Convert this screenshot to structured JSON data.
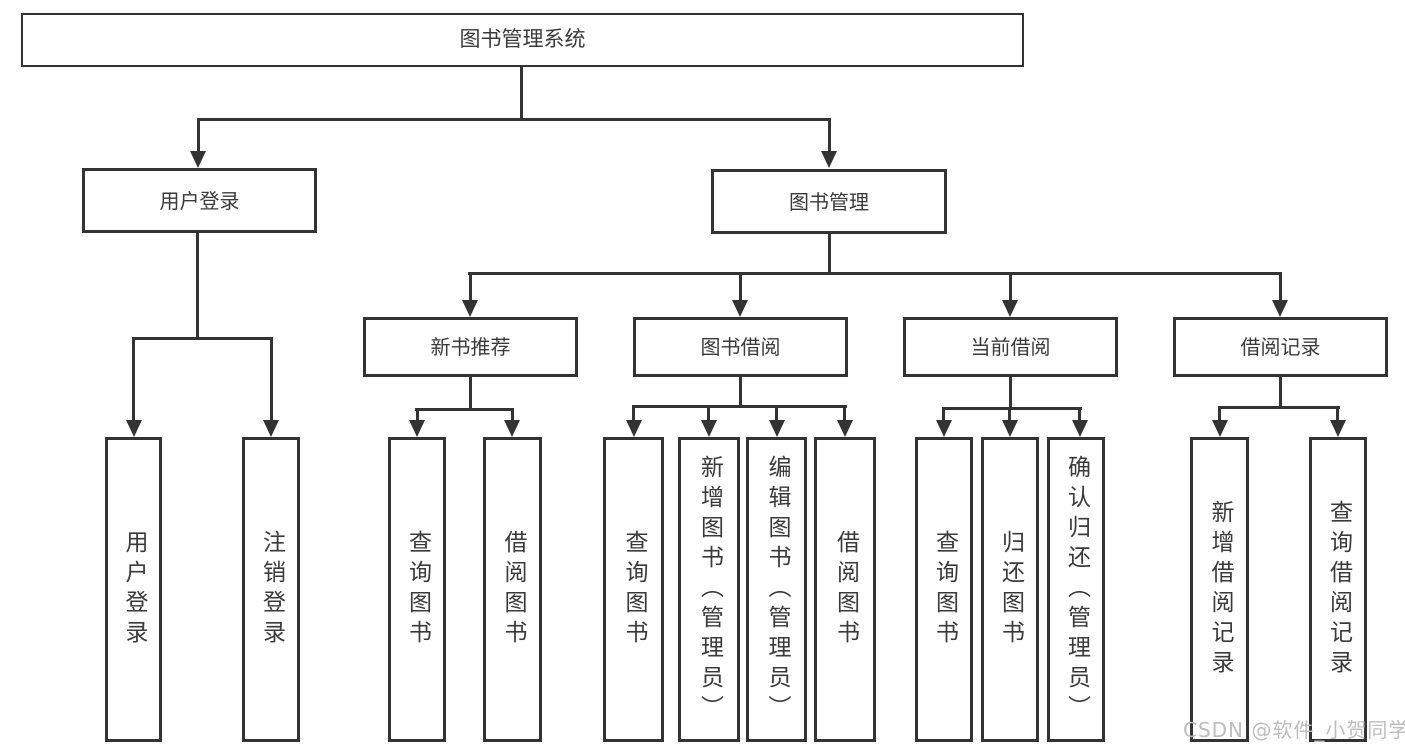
{
  "tree": {
    "label": "图书管理系统",
    "children": [
      {
        "label": "用户登录",
        "children": [
          {
            "label": "用户登录"
          },
          {
            "label": "注销登录"
          }
        ]
      },
      {
        "label": "图书管理",
        "children": [
          {
            "label": "新书推荐",
            "children": [
              {
                "label": "查询图书"
              },
              {
                "label": "借阅图书"
              }
            ]
          },
          {
            "label": "图书借阅",
            "children": [
              {
                "label": "查询图书"
              },
              {
                "label": "新增图书（管理员）"
              },
              {
                "label": "编辑图书（管理员）"
              },
              {
                "label": "借阅图书"
              }
            ]
          },
          {
            "label": "当前借阅",
            "children": [
              {
                "label": "查询图书"
              },
              {
                "label": "归还图书"
              },
              {
                "label": "确认归还（管理员）"
              }
            ]
          },
          {
            "label": "借阅记录",
            "children": [
              {
                "label": "新增借阅记录"
              },
              {
                "label": "查询借阅记录"
              }
            ]
          }
        ]
      }
    ]
  },
  "watermark": {
    "text": "CSDN @软件_小贺同学"
  },
  "colors": {
    "line": "#333333",
    "text": "#3a3a3a",
    "watermark": "#bdbdbd",
    "background": "#ffffff"
  }
}
